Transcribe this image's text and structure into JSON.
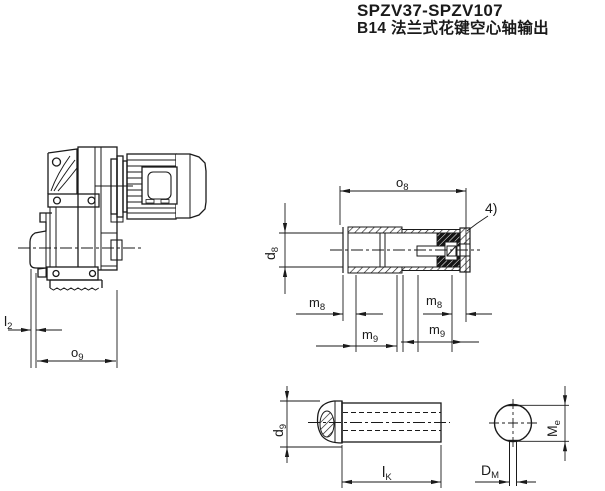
{
  "title": {
    "line1": "SPZV37-SPZV107",
    "line2": "B14 法兰式花键空心轴输出"
  },
  "callout": {
    "note4": "4)"
  },
  "dimensions": {
    "l2": {
      "base": "l",
      "sub": "2"
    },
    "o9": {
      "base": "o",
      "sub": "9"
    },
    "o8": {
      "base": "o",
      "sub": "8"
    },
    "d8": {
      "base": "d",
      "sub": "8"
    },
    "d9": {
      "base": "d",
      "sub": "9"
    },
    "m8": {
      "base": "m",
      "sub": "8"
    },
    "m9": {
      "base": "m",
      "sub": "9"
    },
    "lk": {
      "base": "l",
      "sub": "K"
    },
    "me": {
      "base": "M",
      "sub": "e"
    },
    "dm": {
      "base": "D",
      "sub": "M"
    }
  },
  "colors": {
    "ink": "#1a1a1a",
    "paper": "#ffffff"
  }
}
